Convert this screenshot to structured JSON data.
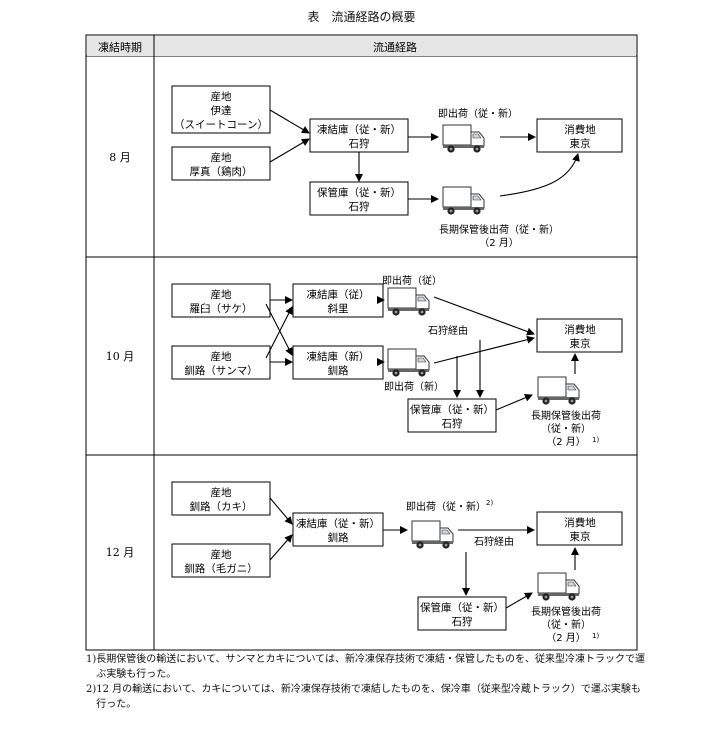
{
  "title": "表　流通経路の概要",
  "header": {
    "col1": "凍結時期",
    "col2": "流通経路"
  },
  "rows": {
    "aug": {
      "month": "8 月",
      "origin1": [
        "産地",
        "伊達",
        "（スイートコーン）"
      ],
      "origin2": [
        "産地",
        "厚真（鶏肉）"
      ],
      "freezer": [
        "凍結庫（従・新）",
        "石狩"
      ],
      "storage": [
        "保管庫（従・新）",
        "石狩"
      ],
      "dest": [
        "消費地",
        "東京"
      ],
      "ship_now": "即出荷（従・新）",
      "ship_later": [
        "長期保管後出荷（従・新）",
        "（2 月）"
      ]
    },
    "oct": {
      "month": "10 月",
      "origin1": [
        "産地",
        "羅臼（サケ）"
      ],
      "origin2": [
        "産地",
        "釧路（サンマ）"
      ],
      "freezer1": [
        "凍結庫（従）",
        "斜里"
      ],
      "freezer2": [
        "凍結庫（新）",
        "釧路"
      ],
      "storage": [
        "保管庫（従・新）",
        "石狩"
      ],
      "dest": [
        "消費地",
        "東京"
      ],
      "ship_now1": "即出荷（従）",
      "ship_now2": "即出荷（新）",
      "via": "石狩経由",
      "ship_later": [
        "長期保管後出荷",
        "（従・新）",
        "（2 月）"
      ],
      "ship_later_note": "1)"
    },
    "dec": {
      "month": "12 月",
      "origin1": [
        "産地",
        "釧路（カキ）"
      ],
      "origin2": [
        "産地",
        "釧路（毛ガニ）"
      ],
      "freezer": [
        "凍結庫（従・新）",
        "釧路"
      ],
      "storage": [
        "保管庫（従・新）",
        "石狩"
      ],
      "dest": [
        "消費地",
        "東京"
      ],
      "ship_now": "即出荷（従・新）",
      "ship_now_note": "2)",
      "via": "石狩経由",
      "ship_later": [
        "長期保管後出荷",
        "（従・新）",
        "（2 月）"
      ],
      "ship_later_note": "1)"
    }
  },
  "notes": [
    {
      "num": "1)",
      "text": "長期保管後の輸送において、サンマとカキについては、新冷凍保存技術で凍結・保管したものを、従来型冷凍トラックで運ぶ実験も行った。"
    },
    {
      "num": "2)",
      "text": "12 月の輸送において、カキについては、新冷凍保存技術で凍結したものを、保冷車（従来型冷蔵トラック）で運ぶ実験も行った。"
    }
  ]
}
